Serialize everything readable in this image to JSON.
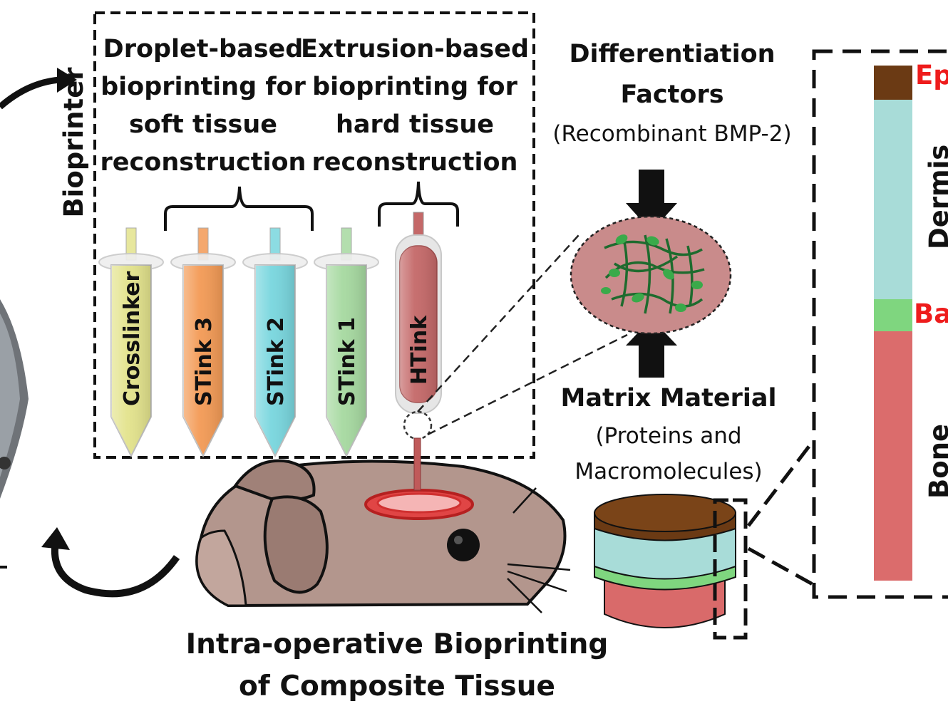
{
  "bioprinter": {
    "label": "Bioprinter",
    "droplet": {
      "lines": [
        "Droplet-based",
        "bioprinting for",
        "soft tissue",
        "reconstruction"
      ]
    },
    "extrusion": {
      "lines": [
        "Extrusion-based",
        "bioprinting for",
        "hard tissue",
        "reconstruction"
      ]
    },
    "cartridges": [
      {
        "label": "Crosslinker",
        "color": "#e3e38c"
      },
      {
        "label": "STink 3",
        "color": "#f39a55"
      },
      {
        "label": "STink 2",
        "color": "#78d6de"
      },
      {
        "label": "STink 1",
        "color": "#a6d9a0"
      },
      {
        "label": "HTink",
        "color": "#c46868"
      }
    ]
  },
  "factors": {
    "title_lines": [
      "Differentiation",
      "Factors"
    ],
    "subtitle": "(Recombinant  BMP-2)",
    "matrix_title": "Matrix Material",
    "matrix_lines": [
      "(Proteins and",
      "Macromolecules)"
    ]
  },
  "caption": {
    "lines": [
      "Intra-operative Bioprinting",
      "of Composite Tissue"
    ]
  },
  "layers": [
    {
      "label": "Ep",
      "color": "#6b3a14",
      "label_color": "#ee1c1c"
    },
    {
      "label": "Dermis",
      "color": "#a8dcd8",
      "label_color": "#111111"
    },
    {
      "label": "Ba",
      "color": "#7fd67f",
      "label_color": "#ee1c1c"
    },
    {
      "label": "Bone",
      "color": "#db6c6c",
      "label_color": "#111111"
    }
  ]
}
